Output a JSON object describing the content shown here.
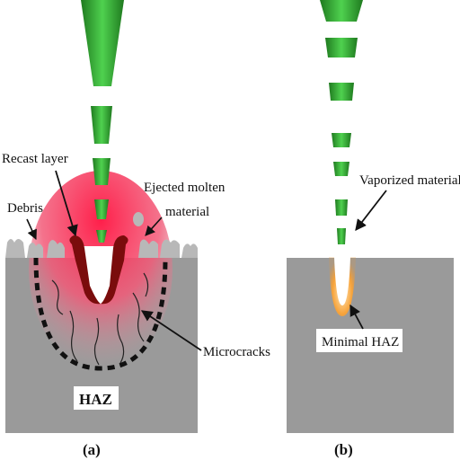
{
  "panel_a": {
    "labels": {
      "recast_layer": "Recast layer",
      "debris": "Debris",
      "ejected_line1": "Ejected molten",
      "ejected_line2": "material",
      "microcracks": "Microcracks",
      "haz": "HAZ"
    },
    "caption": "(a)"
  },
  "panel_b": {
    "labels": {
      "vaporized": "Vaporized material",
      "minimal_haz": "Minimal HAZ"
    },
    "caption": "(b)"
  },
  "colors": {
    "beam_green": "#3bb83b",
    "beam_dark": "#1f7a1f",
    "workpiece_gray": "#9a9a9a",
    "haz_red": "#ff2f55",
    "recast_dark_red": "#7a0c0c",
    "debris_gray": "#b8b8b8",
    "minimal_haz_orange": "#f0952a"
  }
}
